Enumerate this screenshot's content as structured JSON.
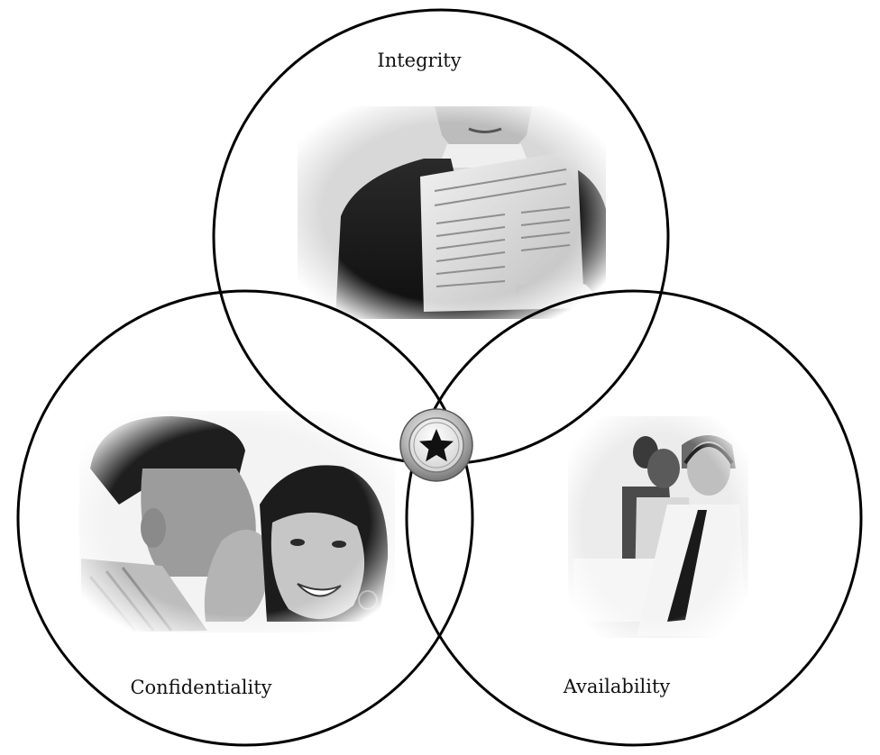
{
  "diagram": {
    "type": "venn",
    "circles": [
      {
        "id": "integrity",
        "label": "Integrity",
        "photo": "man-reading-newspaper"
      },
      {
        "id": "confidentiality",
        "label": "Confidentiality",
        "photo": "man-whispering-to-woman"
      },
      {
        "id": "availability",
        "label": "Availability",
        "photo": "call-center-agents-with-headsets"
      }
    ],
    "center_badge": {
      "icon": "star-icon"
    },
    "colors": {
      "stroke": "#000000",
      "photo_tones": "grayscale"
    }
  }
}
